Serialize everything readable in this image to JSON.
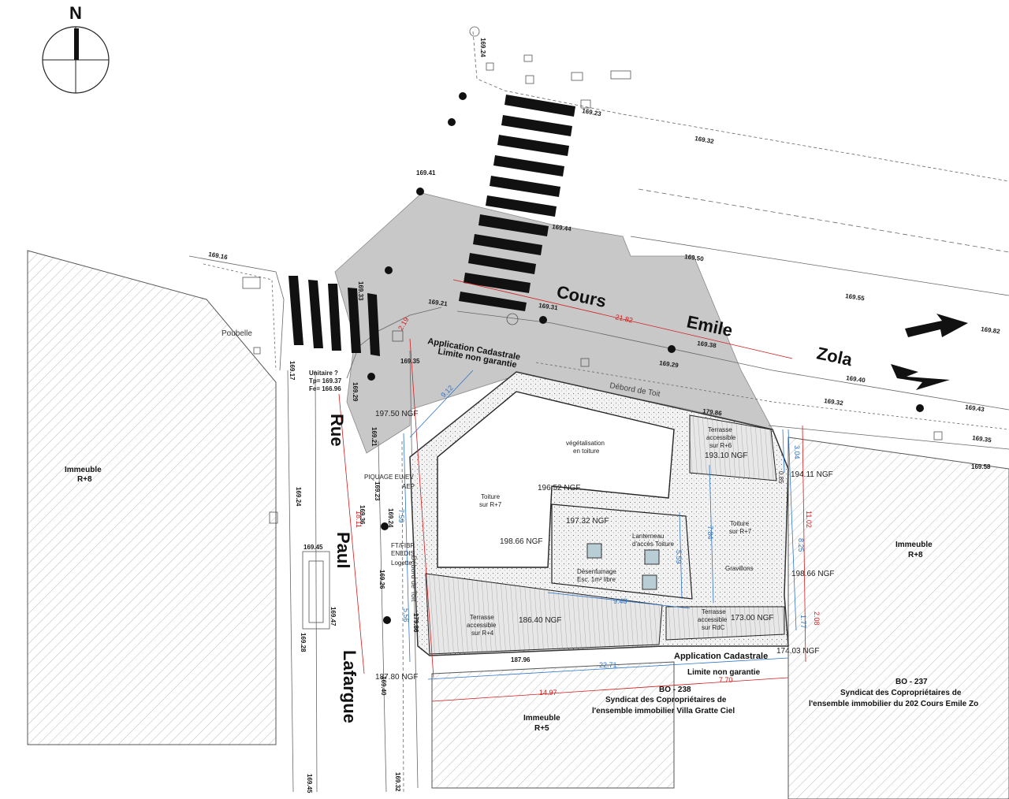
{
  "north": {
    "label": "N"
  },
  "streets": {
    "cours": "Cours",
    "emile": "Emile",
    "zola": "Zola",
    "rue": "Rue",
    "paul": "Paul",
    "lafargue": "Lafargue"
  },
  "levels": [
    "169.24",
    "169.23",
    "169.32",
    "169.41",
    "169.44",
    "169.50",
    "169.16",
    "169.33",
    "169.21",
    "169.31",
    "169.55",
    "169.82",
    "169.38",
    "169.29",
    "169.40",
    "169.32",
    "169.43",
    "169.35",
    "169.58",
    "169.35",
    "169.17",
    "169.29",
    "169.21",
    "169.23",
    "169.24",
    "169.36",
    "169.24",
    "169.26",
    "169.45",
    "169.47",
    "169.28",
    "179.86",
    "179.86",
    "187.96",
    "169.40",
    "169.45",
    "169.32"
  ],
  "labels": {
    "poubelle": "Poubelle",
    "unitaire": "Unitaire ?",
    "tp": "Tp= 169.37",
    "fe": "Fe= 166.96",
    "debord": "Débord  de  Toit",
    "debord2": "Débord de Toit",
    "piquage": "PIQUAGE EU/EV",
    "aep": "AEP",
    "ft": "FT/FIBR",
    "enedis": "ENEDIS",
    "logette": "Logette",
    "vegetalisation1": "végétalisation",
    "vegetalisation2": "en toiture",
    "toiture_r7_a": "Toiture",
    "toiture_r7_b": "sur R+7",
    "toiture2_a": "Toiture",
    "toiture2_b": "sur R+7",
    "terrasse_r6_a": "Terrasse",
    "terrasse_r6_b": "accessible",
    "terrasse_r6_c": "sur R+6",
    "lanterneau_a": "Lanterneau",
    "lanterneau_b": "d'accès Toiture",
    "desenfumage_a": "Désenfumage",
    "desenfumage_b": "Esc. 1m² libre",
    "gravillons": "Gravillons",
    "terrasse_r4_a": "Terrasse",
    "terrasse_r4_b": "accessible",
    "terrasse_r4_c": "sur R+4",
    "terrasse_rdc_a": "Terrasse",
    "terrasse_rdc_b": "accessible",
    "terrasse_rdc_c": "sur RdC"
  },
  "ngf": {
    "n197_50": "197.50 NGF",
    "n196_52": "196.52 NGF",
    "n197_32": "197.32 NGF",
    "n198_66a": "198.66 NGF",
    "n193_10": "193.10 NGF",
    "n194_11": "194.11 NGF",
    "n198_66b": "198.66 NGF",
    "n186_40": "186.40 NGF",
    "n173_00": "173.00 NGF",
    "n174_03": "174.03 NGF",
    "n187_80": "187.80 NGF"
  },
  "cadastre": {
    "top_1": "Application Cadastrale",
    "top_2": "Limite non garantie",
    "bottom_1": "Application Cadastrale",
    "bottom_2": "Limite non garantie"
  },
  "buildings": {
    "left_1": "Immeuble",
    "left_2": "R+8",
    "right_1": "Immeuble",
    "right_2": "R+8",
    "bottom_1": "Immeuble",
    "bottom_2": "R+5"
  },
  "owners": {
    "bo238_code": "BO - 238",
    "bo238_1": "Syndicat des Copropriétaires de",
    "bo238_2": "l'ensemble immobilier Villa Gratte Ciel",
    "bo237_code": "BO - 237",
    "bo237_1": "Syndicat des Copropriétaires de",
    "bo237_2": "l'ensemble immobilier du 202 Cours Emile Zo"
  },
  "dimensions": {
    "d21_82": "21.82",
    "d9_12": "9.12",
    "d7_59": "7.59",
    "d5_59": "5.59",
    "d7_84": "7.84",
    "d9_48": "9.48",
    "d22_71": "22.71",
    "d7_70": "7.70",
    "d14_97": "14.97",
    "d18_11": "18.11",
    "d11_02": "11.02",
    "d8_25": "8.25",
    "d3_04": "3.04",
    "d1_77": "1.77",
    "d2_08": "2.08",
    "d0_85": "0.85",
    "d2_19": "2.19",
    "d5_56": "5.56"
  },
  "colors": {
    "road": "#c8c8c8",
    "dim_blue": "#2f74c6",
    "dim_red": "#d01c1c",
    "hatch": "#9a9a9a"
  }
}
